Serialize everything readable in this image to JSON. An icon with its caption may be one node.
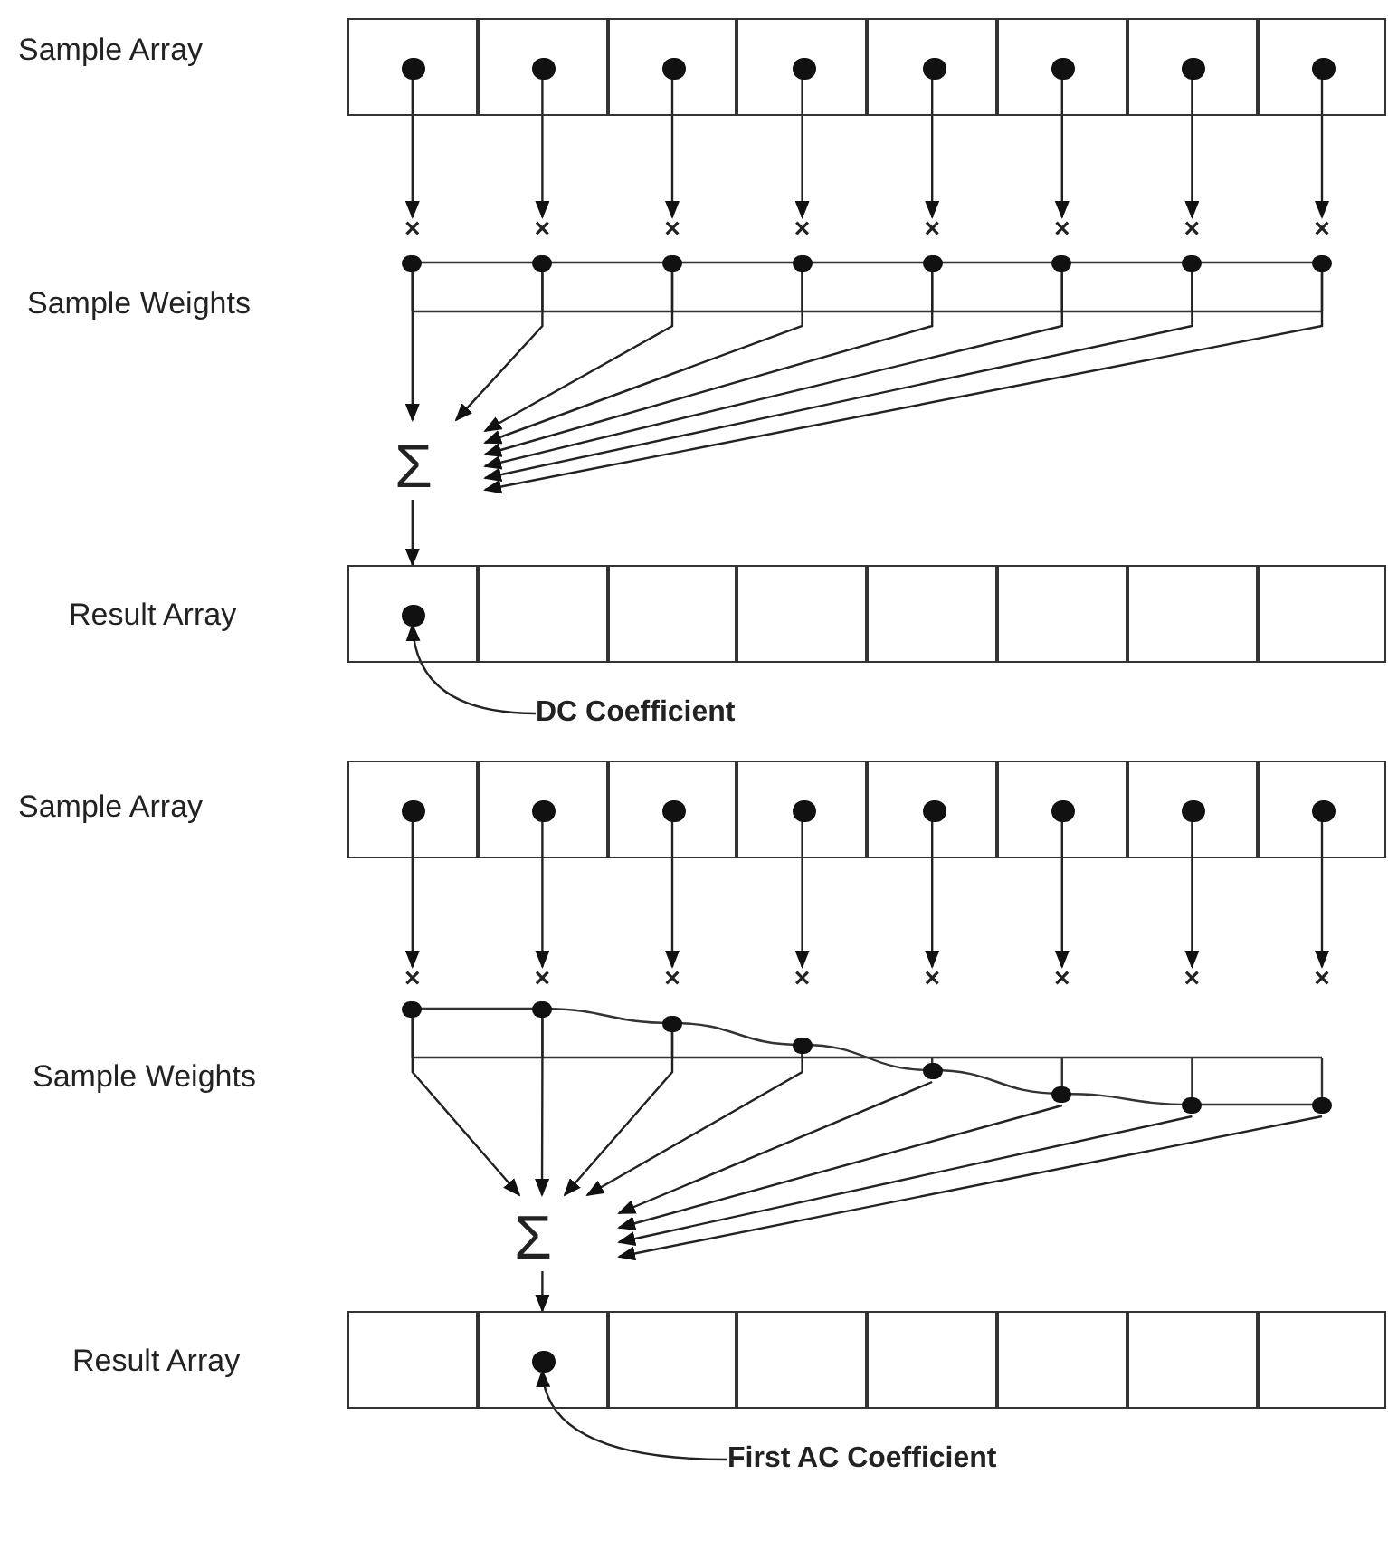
{
  "diagram": {
    "nodes": [
      {
        "text": [],
        "shape": "box"
      },
      {
        "text": [],
        "shape": "box"
      },
      {
        "text": [],
        "shape": "box"
      },
      {
        "text": [],
        "shape": "box"
      },
      {
        "text": [],
        "shape": "box"
      },
      {
        "text": [],
        "shape": "box"
      },
      {
        "text": [],
        "shape": "box"
      },
      {
        "text": [],
        "shape": "box"
      },
      {
        "text": [],
        "shape": "circle",
        "in": 0
      },
      {
        "text": [],
        "shape": "circle",
        "in": 1
      },
      {
        "text": [],
        "shape": "circle",
        "in": 2
      },
      {
        "text": [],
        "shape": "circle",
        "in": 3
      },
      {
        "text": [],
        "shape": "circle",
        "in": 4
      },
      {
        "text": [],
        "shape": "circle",
        "in": 5
      },
      {
        "text": [],
        "shape": "circle",
        "in": 6
      },
      {
        "text": [],
        "shape": "circle",
        "in": 7
      },
      {
        "text": [
          "×"
        ]
      },
      {
        "text": [
          "×"
        ]
      },
      {
        "text": [
          "×"
        ]
      },
      {
        "text": [
          "×"
        ]
      },
      {
        "text": [
          "×"
        ]
      },
      {
        "text": [
          "×"
        ]
      },
      {
        "text": [
          "×"
        ]
      },
      {
        "text": [
          "×"
        ]
      },
      {
        "text": [],
        "shape": "circle"
      },
      {
        "text": [],
        "shape": "circle"
      },
      {
        "text": [],
        "shape": "circle"
      },
      {
        "text": [],
        "shape": "circle"
      },
      {
        "text": [],
        "shape": "circle"
      },
      {
        "text": [],
        "shape": "circle"
      },
      {
        "text": [],
        "shape": "circle"
      },
      {
        "text": [],
        "shape": "circle"
      },
      {
        "text": [
          "Σ"
        ]
      },
      {
        "text": [],
        "shape": "box"
      },
      {
        "text": [],
        "shape": "box"
      },
      {
        "text": [],
        "shape": "box"
      },
      {
        "text": [],
        "shape": "box"
      },
      {
        "text": [],
        "shape": "box"
      },
      {
        "text": [],
        "shape": "box"
      },
      {
        "text": [],
        "shape": "box"
      },
      {
        "text": [],
        "shape": "box"
      },
      {
        "text": [],
        "shape": "circle",
        "in": 33
      },
      {
        "text": [
          "DC Coefficient"
        ]
      },
      {
        "text": [],
        "shape": "box"
      },
      {
        "text": [],
        "shape": "box"
      },
      {
        "text": [],
        "shape": "box"
      },
      {
        "text": [],
        "shape": "box"
      },
      {
        "text": [],
        "shape": "box"
      },
      {
        "text": [],
        "shape": "box"
      },
      {
        "text": [],
        "shape": "box"
      },
      {
        "text": [],
        "shape": "box"
      },
      {
        "text": [],
        "shape": "circle",
        "in": 43
      },
      {
        "text": [],
        "shape": "circle",
        "in": 44
      },
      {
        "text": [],
        "shape": "circle",
        "in": 45
      },
      {
        "text": [],
        "shape": "circle",
        "in": 46
      },
      {
        "text": [],
        "shape": "circle",
        "in": 47
      },
      {
        "text": [],
        "shape": "circle",
        "in": 48
      },
      {
        "text": [],
        "shape": "circle",
        "in": 49
      },
      {
        "text": [],
        "shape": "circle",
        "in": 50
      },
      {
        "text": [
          "×"
        ]
      },
      {
        "text": [
          "×"
        ]
      },
      {
        "text": [
          "×"
        ]
      },
      {
        "text": [
          "×"
        ]
      },
      {
        "text": [
          "×"
        ]
      },
      {
        "text": [
          "×"
        ]
      },
      {
        "text": [
          "×"
        ]
      },
      {
        "text": [
          "×"
        ]
      },
      {
        "text": [],
        "shape": "circle"
      },
      {
        "text": [],
        "shape": "circle"
      },
      {
        "text": [],
        "shape": "circle"
      },
      {
        "text": [],
        "shape": "circle"
      },
      {
        "text": [],
        "shape": "circle"
      },
      {
        "text": [],
        "shape": "circle"
      },
      {
        "text": [],
        "shape": "circle"
      },
      {
        "text": [],
        "shape": "circle"
      },
      {
        "text": [
          "Σ"
        ]
      },
      {
        "text": [],
        "shape": "box"
      },
      {
        "text": [],
        "shape": "box"
      },
      {
        "text": [],
        "shape": "box"
      },
      {
        "text": [],
        "shape": "box"
      },
      {
        "text": [],
        "shape": "box"
      },
      {
        "text": [],
        "shape": "box"
      },
      {
        "text": [],
        "shape": "box"
      },
      {
        "text": [],
        "shape": "box"
      },
      {
        "text": [],
        "shape": "circle",
        "in": 77
      },
      {
        "text": [
          "First AC Coefficient"
        ]
      }
    ],
    "edges": [
      {
        "from": 8,
        "to": 16,
        "arrow": "to"
      },
      {
        "from": 9,
        "to": 17,
        "arrow": "to"
      },
      {
        "from": 10,
        "to": 18,
        "arrow": "to"
      },
      {
        "from": 11,
        "to": 19,
        "arrow": "to"
      },
      {
        "from": 12,
        "to": 20,
        "arrow": "to"
      },
      {
        "from": 13,
        "to": 21,
        "arrow": "to"
      },
      {
        "from": 14,
        "to": 22,
        "arrow": "to"
      },
      {
        "from": 15,
        "to": 23,
        "arrow": "to"
      },
      {
        "from": 24,
        "to": 32,
        "arrow": "to"
      },
      {
        "from": 25,
        "to": 32,
        "arrow": "to"
      },
      {
        "from": 26,
        "to": 32,
        "arrow": "to"
      },
      {
        "from": 27,
        "to": 32,
        "arrow": "to"
      },
      {
        "from": 28,
        "to": 32,
        "arrow": "to"
      },
      {
        "from": 29,
        "to": 32,
        "arrow": "to"
      },
      {
        "from": 30,
        "to": 32,
        "arrow": "to"
      },
      {
        "from": 31,
        "to": 32,
        "arrow": "to"
      },
      {
        "from": 32,
        "to": 33,
        "arrow": "to"
      },
      {
        "from": 42,
        "to": 41,
        "arrow": "to"
      },
      {
        "from": 51,
        "to": 59,
        "arrow": "to"
      },
      {
        "from": 52,
        "to": 60,
        "arrow": "to"
      },
      {
        "from": 53,
        "to": 61,
        "arrow": "to"
      },
      {
        "from": 54,
        "to": 62,
        "arrow": "to"
      },
      {
        "from": 55,
        "to": 63,
        "arrow": "to"
      },
      {
        "from": 56,
        "to": 64,
        "arrow": "to"
      },
      {
        "from": 57,
        "to": 65,
        "arrow": "to"
      },
      {
        "from": 58,
        "to": 66,
        "arrow": "to"
      },
      {
        "from": 67,
        "to": 75,
        "arrow": "to"
      },
      {
        "from": 68,
        "to": 75,
        "arrow": "to"
      },
      {
        "from": 69,
        "to": 75,
        "arrow": "to"
      },
      {
        "from": 70,
        "to": 75,
        "arrow": "to"
      },
      {
        "from": 71,
        "to": 75,
        "arrow": "to"
      },
      {
        "from": 72,
        "to": 75,
        "arrow": "to"
      },
      {
        "from": 73,
        "to": 75,
        "arrow": "to"
      },
      {
        "from": 74,
        "to": 75,
        "arrow": "to"
      },
      {
        "from": 75,
        "to": 77,
        "arrow": "to"
      },
      {
        "from": 85,
        "to": 84,
        "arrow": "to"
      }
    ],
    "labels": [
      "Sample Array",
      "Sample Weights",
      "Result Array",
      "Sample Array",
      "Sample Weights",
      "Result Array"
    ]
  }
}
